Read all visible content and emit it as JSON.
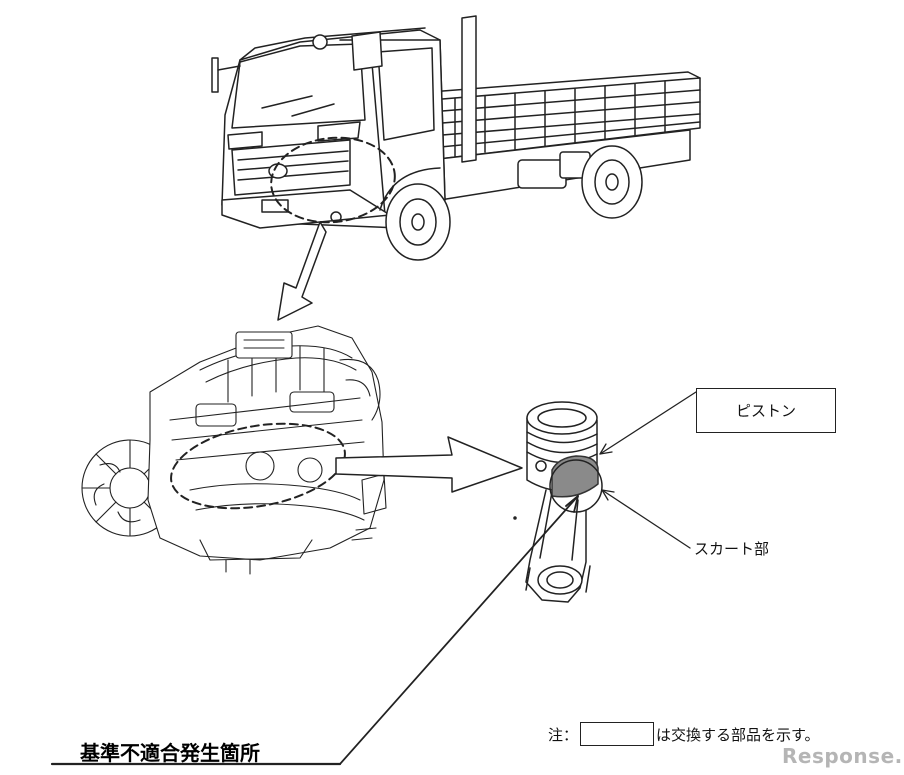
{
  "callouts": {
    "piston": "ピストン",
    "skirt": "スカート部"
  },
  "note": {
    "prefix": "注：",
    "suffix": "は交換する部品を示す。"
  },
  "heading": "基準不適合発生箇所",
  "watermark": "Response."
}
